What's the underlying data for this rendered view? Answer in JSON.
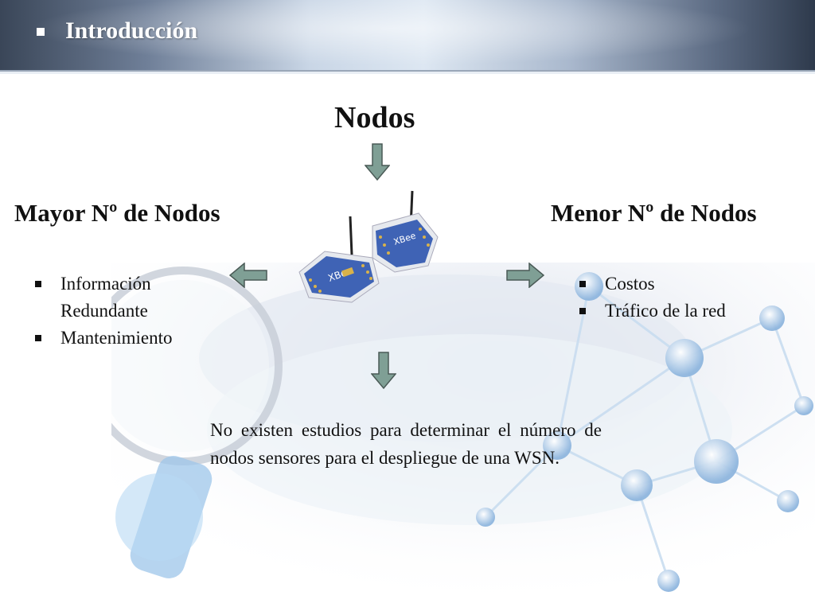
{
  "header": {
    "title": "Introducción",
    "background": "#5b6a82"
  },
  "diagram": {
    "center_title": "Nodos",
    "left_branch": {
      "title": "Mayor Nº de Nodos",
      "items": [
        "Información",
        "Redundante",
        "Mantenimiento"
      ]
    },
    "right_branch": {
      "title": "Menor Nº de Nodos",
      "items": [
        "Costos",
        "Tráfico de la red"
      ]
    },
    "note": "No existen estudios para determinar el número de nodos sensores para el despliegue de una WSN.",
    "arrow_color": "#7f9f95",
    "device_color": "#3f63b5"
  }
}
